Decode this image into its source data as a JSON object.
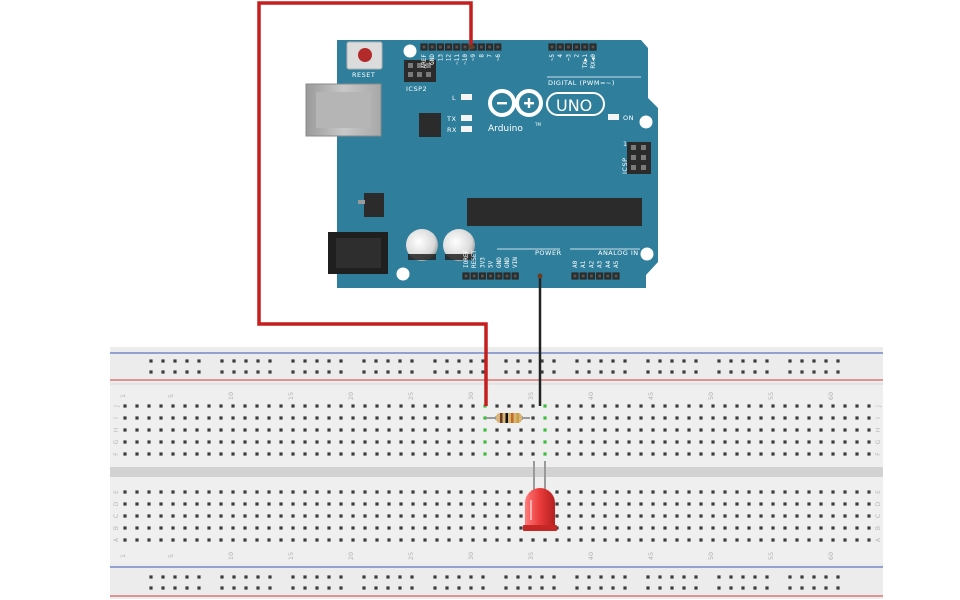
{
  "arduino": {
    "reset_label": "RESET",
    "icsp2_label": "ICSP2",
    "icsp_label": "ICSP",
    "icsp_pin1": "1",
    "l_label": "L",
    "tx_label": "TX",
    "rx_label": "RX",
    "on_label": "ON",
    "logo_text": "UNO",
    "brand_text": "Arduino",
    "tm_mark": "TM",
    "digital_label": "DIGITAL (PWM=~)",
    "power_label": "POWER",
    "analog_label": "ANALOG IN",
    "digital_pins": [
      "AREF",
      "GND",
      "13",
      "12",
      "~11",
      "~10",
      "~9",
      "8",
      "7",
      "~6",
      "~5",
      "4",
      "~3",
      "2",
      "TX▶1",
      "RX◀0"
    ],
    "power_pins": [
      "IOREF",
      "RESET",
      "3V3",
      "5V",
      "GND",
      "GND",
      "VIN"
    ],
    "analog_pins": [
      "A0",
      "A1",
      "A2",
      "A3",
      "A4",
      "A5"
    ],
    "board_color": "#2f7f9c",
    "header_color": "#2b2b2b"
  },
  "breadboard": {
    "column_numbers": [
      "1",
      "5",
      "10",
      "15",
      "20",
      "25",
      "30",
      "35",
      "40",
      "45",
      "50",
      "55",
      "60"
    ],
    "top_rows": [
      "J",
      "I",
      "H",
      "G",
      "F"
    ],
    "bottom_rows": [
      "E",
      "D",
      "C",
      "B",
      "A"
    ],
    "rail_positive_color": "#d23c3c",
    "rail_negative_color": "#3a56b8"
  },
  "components": {
    "resistor_colors": [
      "#6d3b1f",
      "#111111",
      "#c46a1c",
      "#c8a13a"
    ],
    "led_color": "#e83a3a",
    "wire_5v_color": "#c41e1e",
    "wire_gnd_color": "#222222"
  }
}
